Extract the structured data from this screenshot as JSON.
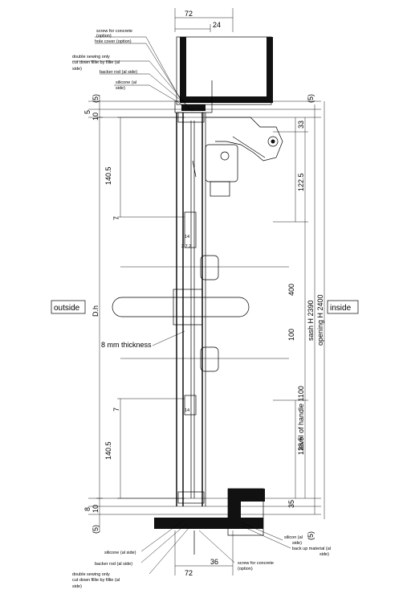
{
  "dimensions": {
    "top_width": "72",
    "top_inner": "24",
    "bottom_width": "72",
    "bottom_inner": "36",
    "left_5_top": "(5)",
    "left_5": "5",
    "left_10_top": "10",
    "left_140_top": "140.5",
    "left_7_top": "7",
    "left_dh": "D.h",
    "left_7_bottom": "7",
    "left_140_bottom": "140.5",
    "left_8": "8",
    "left_10_bottom": "10",
    "left_5_bottom": "(5)",
    "right_5_top": "(5)",
    "right_33": "33",
    "right_122": "122.5",
    "right_400": "400",
    "right_100": "100",
    "right_123": "123.5",
    "right_35": "35",
    "right_5_bottom": "(5)",
    "sash_h": "sash H  2390",
    "opening_h": "opening H 2400",
    "level_handle": "level of handle  1100",
    "glass_top": "14",
    "glass_sub": "2 7 2",
    "glass_bottom": "14"
  },
  "labels": {
    "outside": "outside",
    "inside": "inside",
    "thickness": "8 mm thickness",
    "top_screw_1": "screw for concrete",
    "top_screw_2": "(option)",
    "top_hole": "hole cover (option)",
    "top_dsw_1": "double sewing only",
    "top_dsw_2": "cut down fillie by fillie (al",
    "top_dsw_3": "side)",
    "top_backer": "backer rod  (al side)",
    "top_silicone_1": "silicone (al",
    "top_silicone_2": "side)",
    "bot_silicon_1": "silicon (al",
    "bot_silicon_2": "side)",
    "bot_backup_1": "back up material (al",
    "bot_backup_2": "side)",
    "bot_silicone": "silicone (al side)",
    "bot_backer": "backer rod  (al side)",
    "bot_screw_1": "screw for concrete",
    "bot_screw_2": "(option)",
    "bot_dsw_1": "double sewing only",
    "bot_dsw_2": "cut down fillie by fillie (al",
    "bot_dsw_3": "side)"
  }
}
